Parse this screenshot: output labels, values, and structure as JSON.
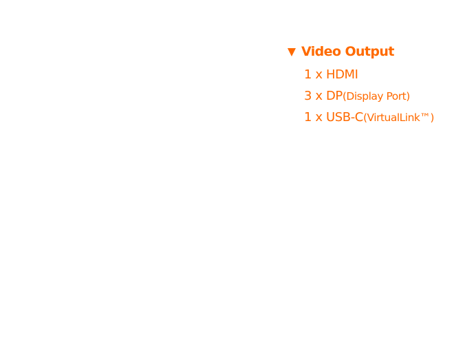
{
  "colors": {
    "accent": "#ff6a00",
    "background": "#ffffff"
  },
  "video_output": {
    "title": "Video Output",
    "icon": "triangle-down-icon",
    "items": [
      {
        "main": "1 x HDMI",
        "note": ""
      },
      {
        "main": "3 x DP",
        "note": "(Display Port)"
      },
      {
        "main": "1 x USB-C",
        "note": "(VirtualLink™)"
      }
    ]
  }
}
